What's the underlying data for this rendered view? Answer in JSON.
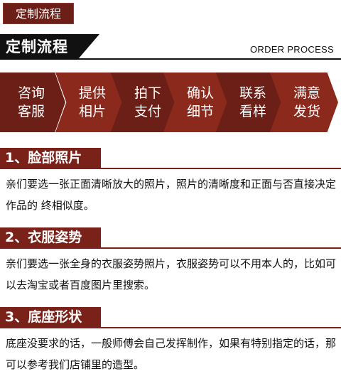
{
  "top_tab": {
    "label": "定制流程"
  },
  "banner": {
    "title": "定制流程",
    "subtitle_en": "ORDER PROCESS"
  },
  "process": {
    "steps": [
      {
        "label": "咨询客服",
        "color": "#6b1f16"
      },
      {
        "label": "提供相片",
        "color": "#8b2a1c"
      },
      {
        "label": "拍下支付",
        "color": "#6b1f16"
      },
      {
        "label": "确认细节",
        "color": "#8b2a1c"
      },
      {
        "label": "联系看样",
        "color": "#6b1f16"
      },
      {
        "label": "满意发货",
        "color": "#8b2a1c"
      }
    ]
  },
  "sections": [
    {
      "heading": "1、脸部照片",
      "body": "亲们要选一张正面清晰放大的照片，照片的清晰度和正面与否直接决定作品的  终相似度。"
    },
    {
      "heading": "2、衣服姿势",
      "body": "亲们要选一张全身的衣服姿势照片，衣服姿势可以不用本人的，比如可以去淘宝或者百度图片里搜索。"
    },
    {
      "heading": "3、底座形状",
      "body": "底座没要求的话，一般师傅会自己发挥制作，如果有特别指定的话，那可以参考我们店铺里的造型。"
    }
  ]
}
